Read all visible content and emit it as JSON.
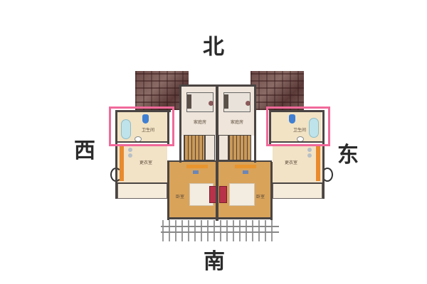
{
  "compass": {
    "north": "北",
    "south": "南",
    "west": "西",
    "east": "东"
  },
  "rooms": {
    "left": {
      "bathroom": "卫生间",
      "family_room": "家庭房",
      "dressing_room": "更衣室",
      "bedroom": "卧室"
    },
    "right": {
      "bathroom": "卫生间",
      "family_room": "家庭房",
      "dressing_room": "更衣室",
      "bedroom": "卧室"
    }
  },
  "highlight": {
    "color": "#f06a9a",
    "targets": [
      "left.bathroom",
      "right.bathroom"
    ]
  },
  "colors": {
    "wall": "#4a4543",
    "floor_light": "#f2e6d4",
    "floor_wood": "#d9a35a",
    "roof": "#6d4a48",
    "compass_text": "#2b2b2b"
  }
}
